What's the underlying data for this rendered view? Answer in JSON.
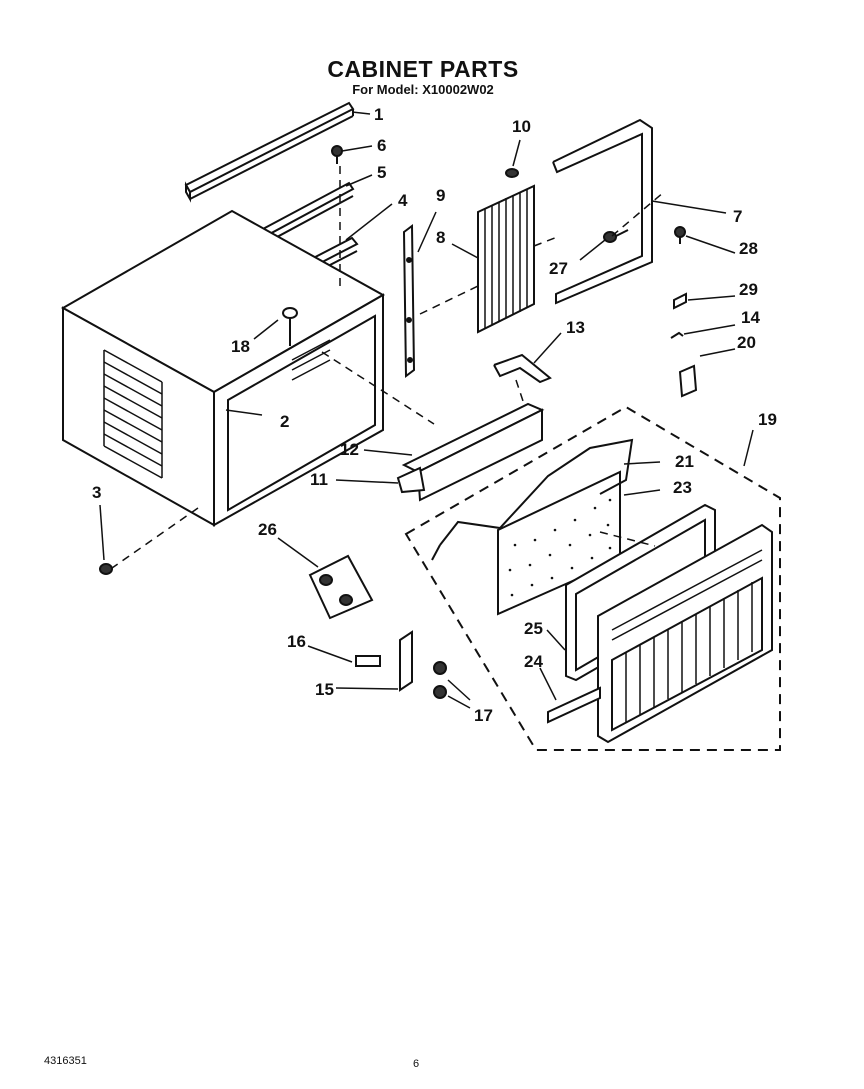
{
  "title": "CABINET PARTS",
  "subtitle": "For Model: X10002W02",
  "footer": {
    "doc_number": "4316351",
    "page_number": "6"
  },
  "callouts": [
    "1",
    "2",
    "3",
    "4",
    "5",
    "6",
    "7",
    "8",
    "9",
    "10",
    "11",
    "12",
    "13",
    "14",
    "15",
    "16",
    "17",
    "18",
    "19",
    "20",
    "21",
    "23",
    "24",
    "25",
    "26",
    "27",
    "28",
    "29"
  ]
}
